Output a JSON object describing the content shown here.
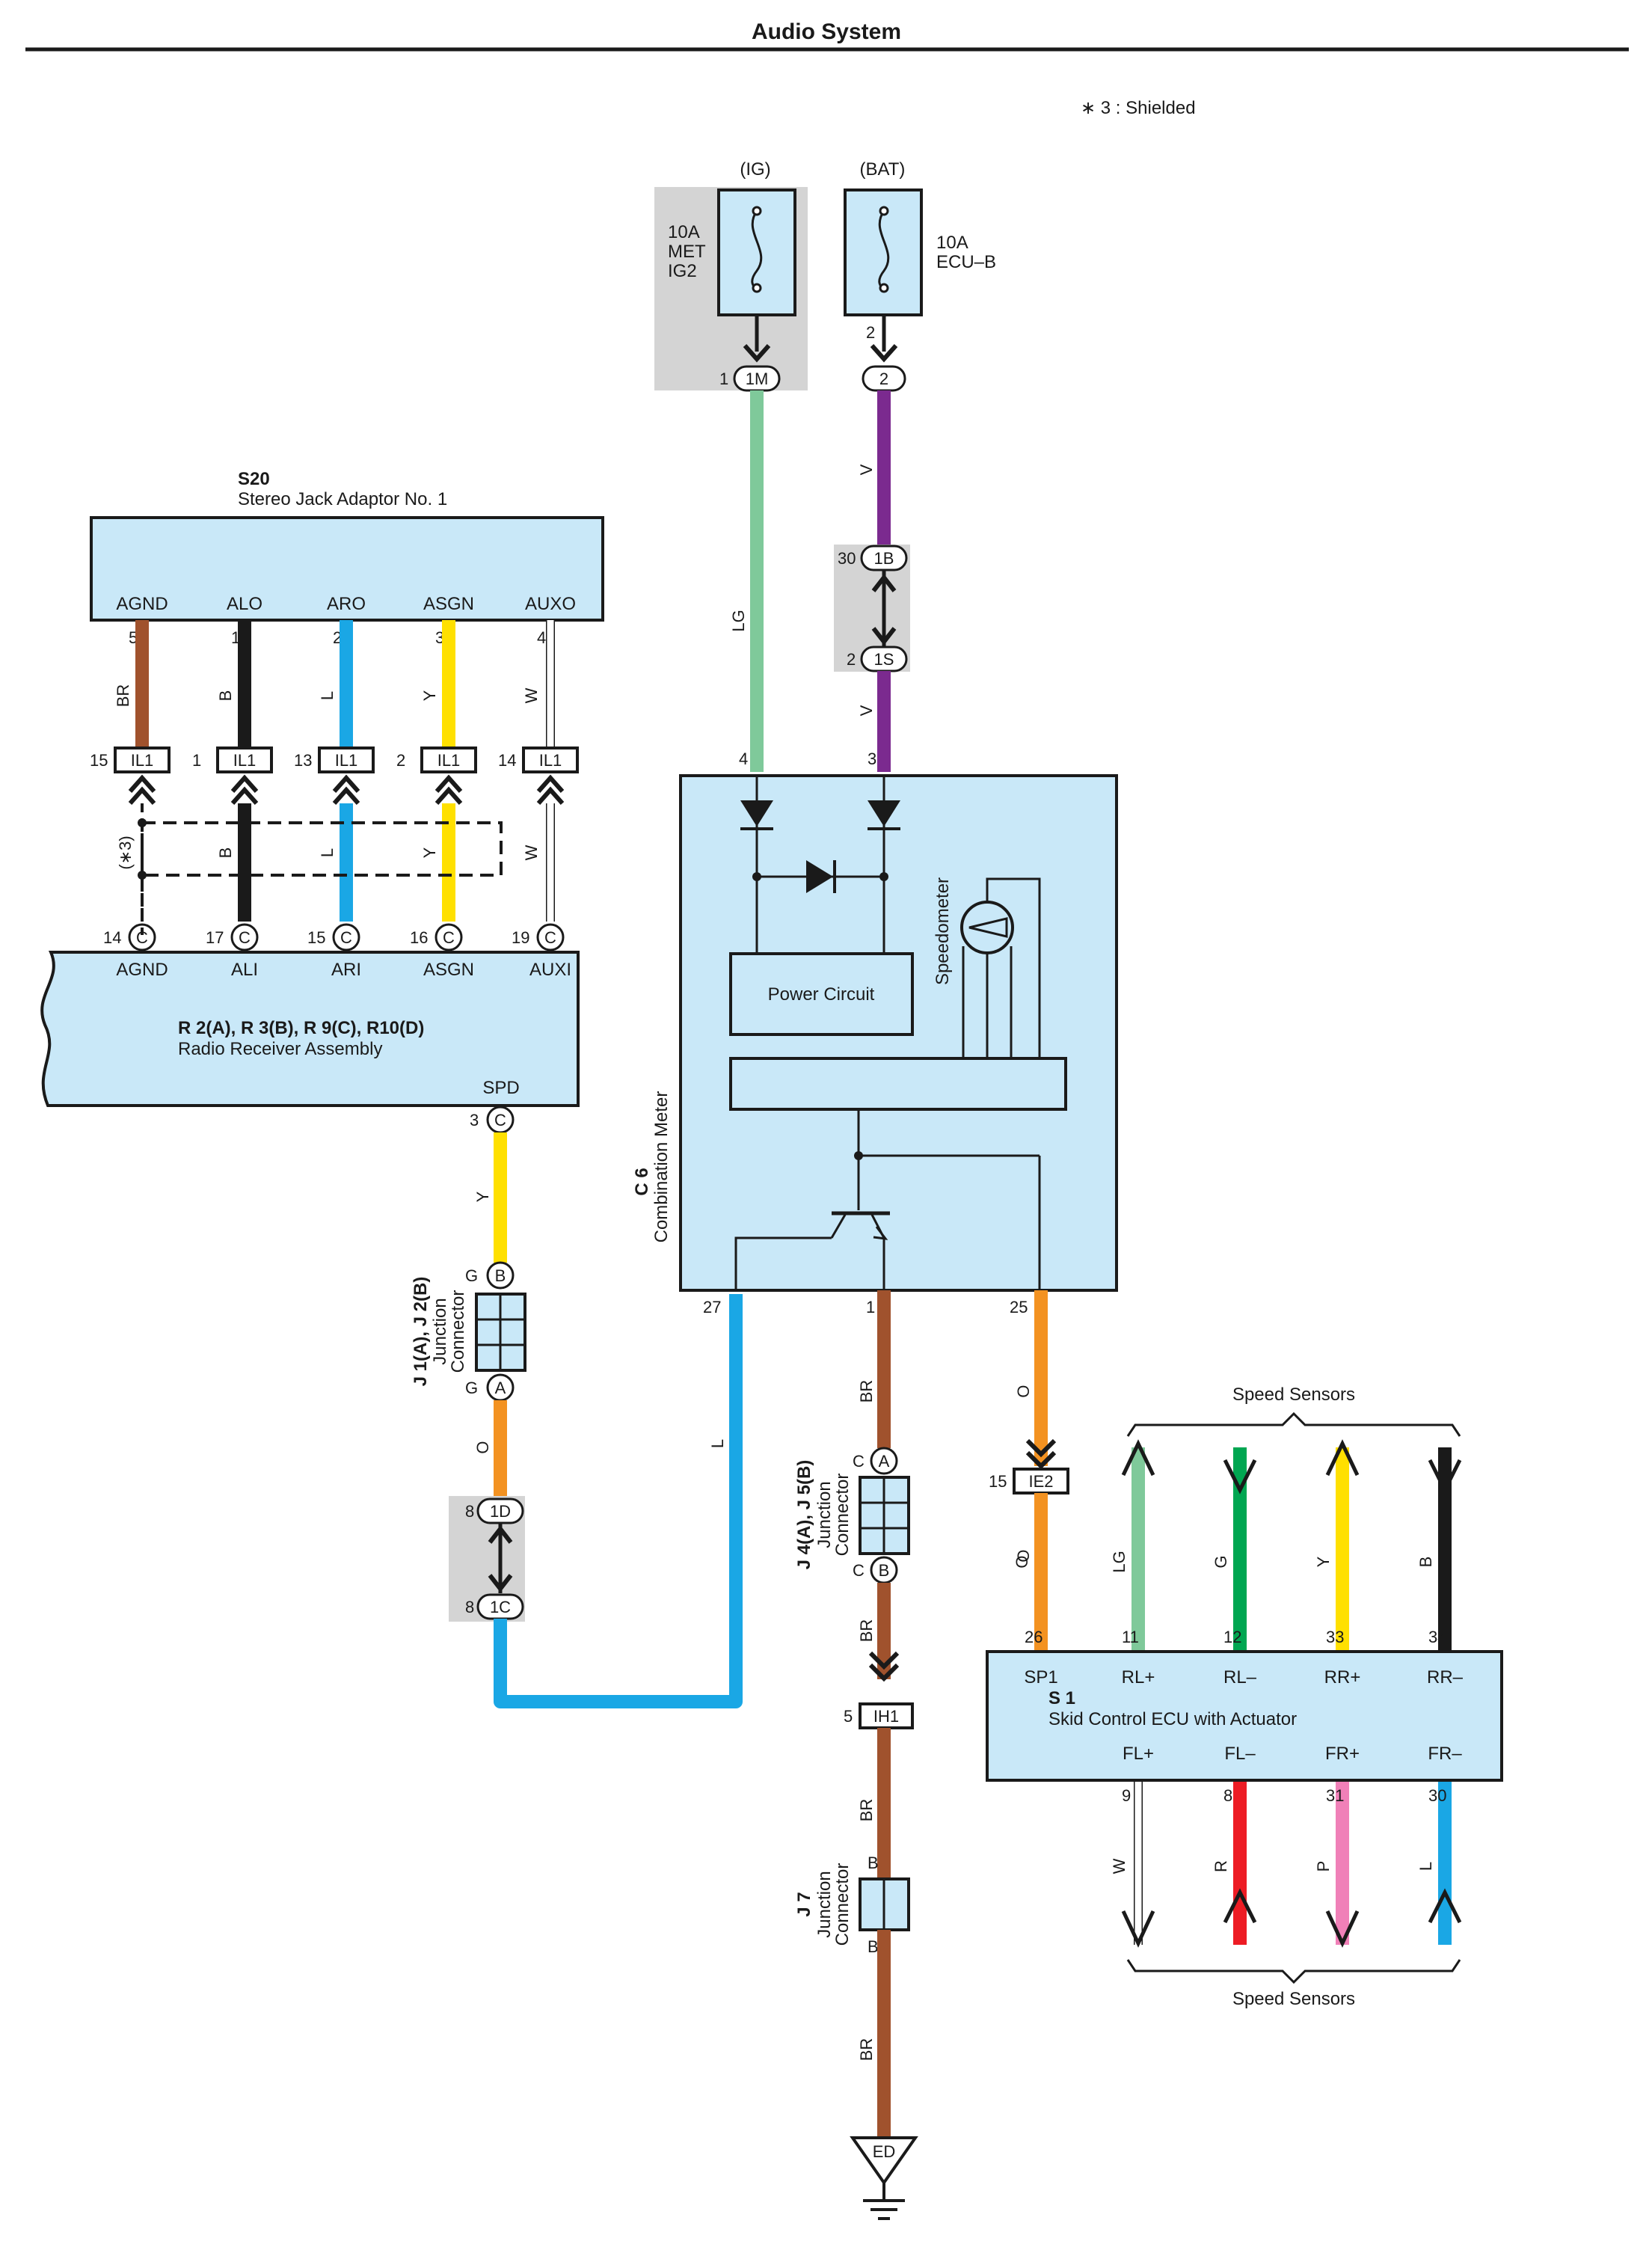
{
  "title": "Audio System",
  "note": "∗ 3 : Shielded",
  "colors": {
    "LG": "#7fc99a",
    "V": "#7b2a8f",
    "BR": "#a0522d",
    "B": "#1a1a1a",
    "L": "#1aa7e5",
    "Y": "#ffe000",
    "W": "#ffffff",
    "O": "#f39221",
    "G": "#00a651",
    "R": "#ed1c24",
    "P": "#f080b8",
    "component_fill": "#c9e8f8",
    "relay_box": "#d4d4d4"
  },
  "fuses": {
    "ig": {
      "supply": "(IG)",
      "rating": "10A",
      "name1": "MET",
      "name2": "IG2"
    },
    "bat": {
      "supply": "(BAT)",
      "rating": "10A",
      "name": "ECU–B"
    }
  },
  "s20": {
    "code": "S20",
    "name": "Stereo Jack Adaptor No. 1",
    "terminals": [
      "AGND",
      "ALO",
      "ARO",
      "ASGN",
      "AUXO"
    ],
    "pins": [
      "5",
      "1",
      "2",
      "3",
      "4"
    ],
    "wires": [
      "BR",
      "B",
      "L",
      "Y",
      "W"
    ],
    "il1_pins": [
      "15",
      "1",
      "13",
      "2",
      "14"
    ],
    "il1_label": "IL1",
    "shield_label": "(∗3)"
  },
  "radio": {
    "code": "R 2(A), R 3(B), R 9(C), R10(D)",
    "name": "Radio Receiver Assembly",
    "terminals": [
      "AGND",
      "ALI",
      "ARI",
      "ASGN",
      "AUXI"
    ],
    "pins": [
      "14",
      "17",
      "15",
      "16",
      "19"
    ],
    "conn": "C",
    "spd_label": "SPD",
    "spd_pin": "3",
    "spd_wire": "Y"
  },
  "j1": {
    "code": "J 1(A), J 2(B)",
    "name1": "Junction",
    "name2": "Connector",
    "top_pin": "G",
    "top_conn": "B",
    "bot_pin": "G",
    "bot_conn": "A",
    "out_wire": "O"
  },
  "conn1d": {
    "pin": "8",
    "label": "1D"
  },
  "conn1c": {
    "pin": "8",
    "label": "1C"
  },
  "conn1m": {
    "pin": "1",
    "label": "1M"
  },
  "conn2": {
    "pin": "2",
    "label": "2"
  },
  "conn1b": {
    "pin": "30",
    "label": "1B"
  },
  "conn1s": {
    "pin": "2",
    "label": "1S"
  },
  "ig_wire": "LG",
  "bat_wire": "V",
  "meter": {
    "code": "C 6",
    "name": "Combination Meter",
    "pin_ig": "4",
    "pin_bat": "3",
    "power": "Power Circuit",
    "speedometer": "Speedometer",
    "pin_27": "27",
    "pin_1": "1",
    "pin_25": "25",
    "wire_27": "L",
    "wire_1": "BR",
    "wire_25": "O"
  },
  "j4": {
    "code": "J 4(A), J 5(B)",
    "name1": "Junction",
    "name2": "Connector",
    "top_pin": "C",
    "top_conn": "A",
    "bot_pin": "C",
    "bot_conn": "B",
    "out_wire": "BR"
  },
  "ih1": {
    "pin": "5",
    "label": "IH1",
    "wire": "BR"
  },
  "j7": {
    "code": "J 7",
    "name1": "Junction",
    "name2": "Connector",
    "top_pin": "B",
    "bot_pin": "B",
    "wire": "BR"
  },
  "ground": "ED",
  "ie2": {
    "pin": "15",
    "label": "IE2",
    "wire": "O"
  },
  "s1": {
    "code": "S 1",
    "name": "Skid Control ECU with Actuator",
    "top_pins": [
      "26",
      "11",
      "12",
      "33",
      "34"
    ],
    "top_terms": [
      "SP1",
      "RL+",
      "RL–",
      "RR+",
      "RR–"
    ],
    "top_wires": [
      "O",
      "LG",
      "G",
      "Y",
      "B"
    ],
    "bot_pins": [
      "9",
      "8",
      "31",
      "30"
    ],
    "bot_terms": [
      "FL+",
      "FL–",
      "FR+",
      "FR–"
    ],
    "bot_wires": [
      "W",
      "R",
      "P",
      "L"
    ]
  },
  "speed_sensors_top": "Speed Sensors",
  "speed_sensors_bottom": "Speed Sensors"
}
